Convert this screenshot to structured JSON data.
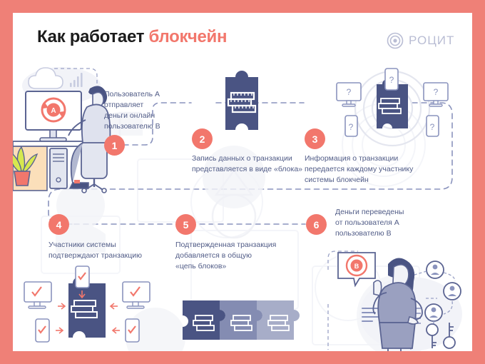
{
  "page": {
    "border_color": "#ef8077",
    "panel_color": "#ffffff",
    "accent_color": "#f2776c",
    "navy_color": "#4a5483",
    "text_color": "#515c87",
    "muted_color": "#b9bdd4"
  },
  "header": {
    "title_plain": "Как работает ",
    "title_accent": "блокчейн",
    "logo_text": "РОЦИТ",
    "logo_icon": "target-icon"
  },
  "steps": [
    {
      "number": "1",
      "caption": "Пользователь А\nотправляет\nденьги онлайн\nпользователю В",
      "illustration": "user-at-desk-illustration",
      "screen_label": "А"
    },
    {
      "number": "2",
      "caption": "Запись данных о транзакции\nпредставляется в виде «блока»",
      "illustration": "block-puzzle-piece-illustration"
    },
    {
      "number": "3",
      "caption": "Информация о транзакции\nпередается каждому участнику\nсистемы блокчейн",
      "illustration": "network-broadcast-illustration",
      "device_label": "?"
    },
    {
      "number": "4",
      "caption": "Участники системы\nподтверждают транзакцию",
      "illustration": "devices-confirm-illustration",
      "device_label": "✔"
    },
    {
      "number": "5",
      "caption": "Подтвержденная транзакция\nдобавляется в общую\n«цепь блоков»",
      "illustration": "puzzle-chain-illustration"
    },
    {
      "number": "6",
      "caption": "Деньги переведены\nот пользователя А\nпользователю В",
      "illustration": "woman-receiving-illustration",
      "bubble_label": "В"
    }
  ]
}
